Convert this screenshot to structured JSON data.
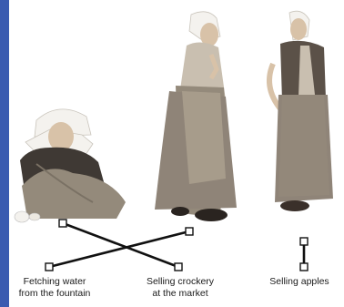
{
  "labels": {
    "water": [
      "Fetching water",
      "from the fountain"
    ],
    "crockery": [
      "Selling crockery",
      "at the market"
    ],
    "apples": [
      "Selling apples"
    ]
  },
  "colors": {
    "frame": "#3a5bb0",
    "line": "#111111",
    "skin": "#d8c2a8",
    "bonnet": "#f4f2ee",
    "bodice": "#5b5148",
    "apron": "#948a7b",
    "skirt": "#8f8478",
    "shoe": "#2a2420"
  },
  "illustration": "three women in traditional dress with white bonnets: one seated on the ground holding a jug, one standing in profile with apron, one standing seen from behind with hand on hip"
}
